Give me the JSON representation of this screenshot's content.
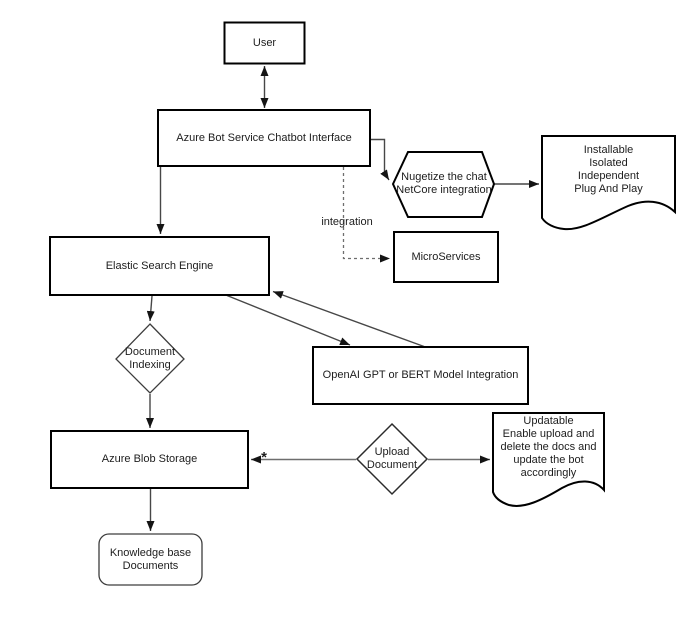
{
  "canvas": {
    "background": "#ffffff",
    "shape_stroke": "#000000",
    "connector_color": "#474747",
    "dashed_connector_color": "#6e6e6e",
    "text_color": "#1d1d1d"
  },
  "nodes": {
    "user": {
      "label": "User",
      "shape": "rectangle"
    },
    "azure_bot": {
      "label": "Azure Bot Service Chatbot Interface",
      "shape": "rectangle"
    },
    "nugetize_hexagon": {
      "label": "Nugetize the chat\nNetCore integration",
      "shape": "hexagon"
    },
    "installable_document": {
      "label": "Installable\nIsolated\nIndependent\nPlug And Play",
      "shape": "document"
    },
    "microservices": {
      "label": "MicroServices",
      "shape": "rectangle"
    },
    "elastic_search": {
      "label": "Elastic Search Engine",
      "shape": "rectangle"
    },
    "document_indexing": {
      "label": "Document\nIndexing",
      "shape": "diamond"
    },
    "openai_model": {
      "label": "OpenAI GPT or BERT Model Integration",
      "shape": "rectangle"
    },
    "azure_blob": {
      "label": "Azure Blob Storage",
      "shape": "rectangle"
    },
    "upload_document": {
      "label": "Upload\nDocument",
      "shape": "diamond"
    },
    "updatable_document": {
      "label": "Updatable\nEnable upload and\ndelete the docs and\nupdate the bot\naccordingly",
      "shape": "document"
    },
    "knowledge_base": {
      "label": "Knowledge base\nDocuments",
      "shape": "rounded-rectangle"
    }
  },
  "edge_labels": {
    "integration": "integration",
    "blob_link_marker": "*"
  },
  "edges": [
    {
      "from": "user",
      "to": "azure_bot",
      "style": "solid",
      "arrows": "both"
    },
    {
      "from": "azure_bot",
      "to": "elastic_search",
      "style": "solid",
      "arrows": "end"
    },
    {
      "from": "azure_bot",
      "to": "nugetize_hexagon",
      "style": "solid",
      "arrows": "end"
    },
    {
      "from": "azure_bot",
      "to": "microservices",
      "style": "dashed",
      "arrows": "end",
      "label": "integration"
    },
    {
      "from": "nugetize_hexagon",
      "to": "installable_document",
      "style": "solid",
      "arrows": "end"
    },
    {
      "from": "elastic_search",
      "to": "document_indexing",
      "style": "solid",
      "arrows": "end"
    },
    {
      "from": "document_indexing",
      "to": "azure_blob",
      "style": "solid",
      "arrows": "end"
    },
    {
      "from": "azure_blob",
      "to": "knowledge_base",
      "style": "solid",
      "arrows": "end"
    },
    {
      "from": "elastic_search",
      "to": "openai_model",
      "style": "solid",
      "arrows": "end"
    },
    {
      "from": "openai_model",
      "to": "elastic_search",
      "style": "solid",
      "arrows": "end"
    },
    {
      "from": "upload_document",
      "to": "azure_blob",
      "style": "solid",
      "arrows": "end",
      "label": "*"
    },
    {
      "from": "upload_document",
      "to": "updatable_document",
      "style": "solid",
      "arrows": "end"
    }
  ]
}
